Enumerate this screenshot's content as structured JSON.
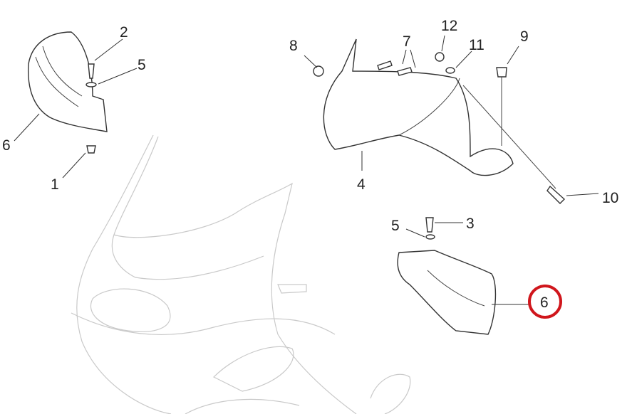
{
  "diagram": {
    "labels": {
      "left_2": "2",
      "left_5": "5",
      "left_6": "6",
      "left_1": "1",
      "center_8": "8",
      "center_7": "7",
      "center_12": "12",
      "center_11": "11",
      "center_9": "9",
      "center_4": "4",
      "center_10": "10",
      "right_5": "5",
      "right_3": "3",
      "right_6_highlighted": "6"
    },
    "highlight_color": "#d0161c"
  }
}
